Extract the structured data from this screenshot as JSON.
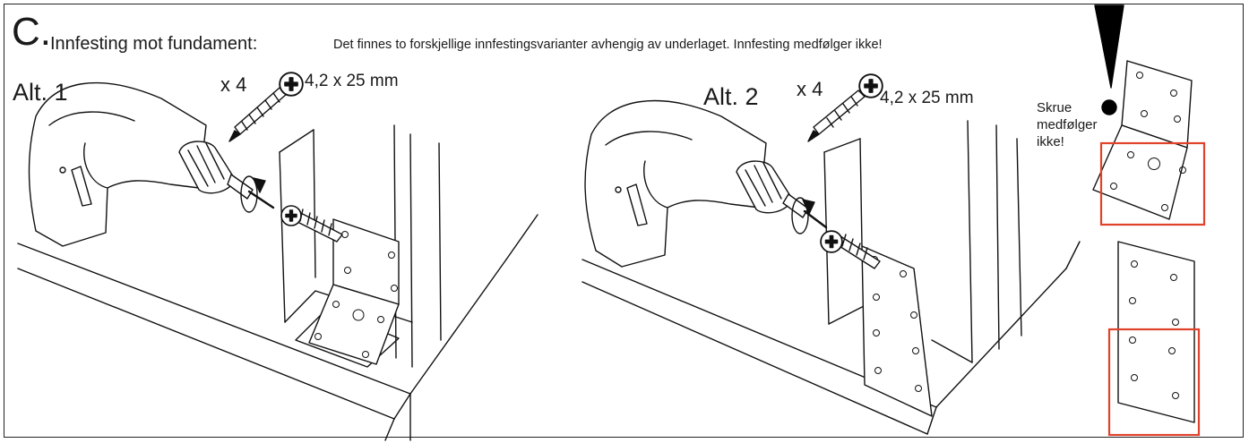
{
  "header": {
    "section_letter": "C.",
    "title": "Innfesting mot fundament:",
    "description": "Det finnes to forskjellige innfestingsvarianter avhengig av underlaget. Innfesting medfølger ikke!"
  },
  "option1": {
    "label": "Alt. 1",
    "quantity": "x 4",
    "screw_size": "4,2 x 25 mm"
  },
  "option2": {
    "label": "Alt. 2",
    "quantity": "x 4",
    "screw_size": "4,2 x 25 mm"
  },
  "warning": {
    "note_line1": "Skrue",
    "note_line2": "medfølger",
    "note_line3": "ikke!"
  },
  "colors": {
    "ink": "#1a1a1a",
    "highlight_box": "#e0432b"
  },
  "icons": [
    "drill-icon",
    "screw-icon",
    "rotation-arrow-icon",
    "angle-bracket-icon",
    "flat-plate-icon",
    "exclamation-icon"
  ]
}
